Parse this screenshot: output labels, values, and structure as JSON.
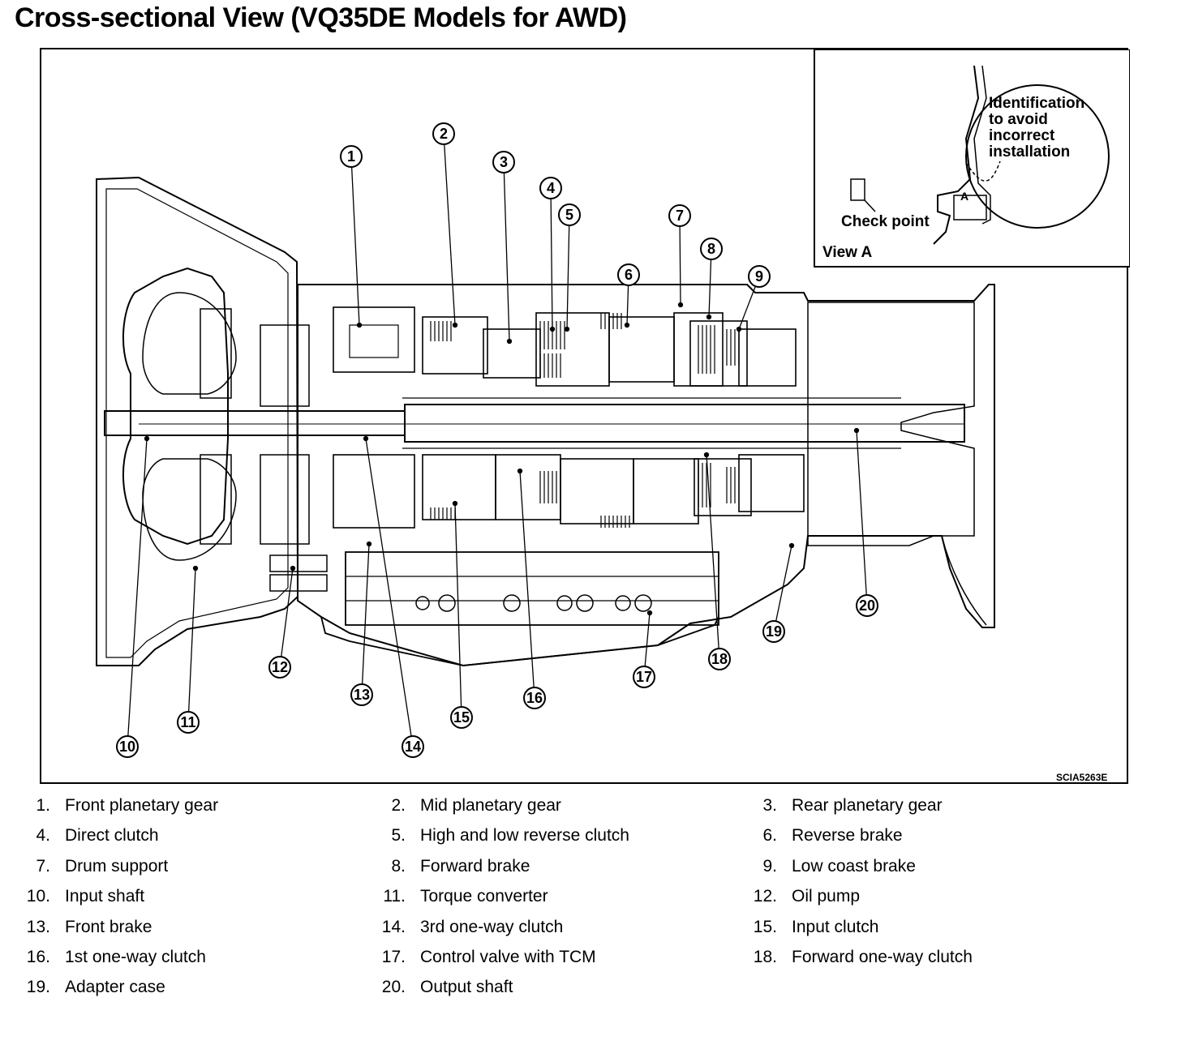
{
  "title": "Cross-sectional View (VQ35DE Models for AWD)",
  "figure_code": "SCIA5263E",
  "view_a": {
    "title": "View A",
    "check_point": "Check point",
    "identification_lines": [
      "Identification",
      "to avoid",
      "incorrect",
      "installation"
    ],
    "marker": "A"
  },
  "callouts": [
    "1",
    "2",
    "3",
    "4",
    "5",
    "6",
    "7",
    "8",
    "9",
    "10",
    "11",
    "12",
    "13",
    "14",
    "15",
    "16",
    "17",
    "18",
    "19",
    "20"
  ],
  "legend": [
    {
      "num": "1.",
      "label": "Front planetary gear"
    },
    {
      "num": "2.",
      "label": "Mid planetary gear"
    },
    {
      "num": "3.",
      "label": "Rear planetary gear"
    },
    {
      "num": "4.",
      "label": "Direct clutch"
    },
    {
      "num": "5.",
      "label": "High and low reverse clutch"
    },
    {
      "num": "6.",
      "label": "Reverse brake"
    },
    {
      "num": "7.",
      "label": "Drum support"
    },
    {
      "num": "8.",
      "label": "Forward brake"
    },
    {
      "num": "9.",
      "label": "Low coast brake"
    },
    {
      "num": "10.",
      "label": "Input shaft"
    },
    {
      "num": "11.",
      "label": "Torque converter"
    },
    {
      "num": "12.",
      "label": "Oil pump"
    },
    {
      "num": "13.",
      "label": "Front brake"
    },
    {
      "num": "14.",
      "label": "3rd one-way clutch"
    },
    {
      "num": "15.",
      "label": "Input clutch"
    },
    {
      "num": "16.",
      "label": "1st one-way clutch"
    },
    {
      "num": "17.",
      "label": "Control valve with TCM"
    },
    {
      "num": "18.",
      "label": "Forward one-way clutch"
    },
    {
      "num": "19.",
      "label": "Adapter case"
    },
    {
      "num": "20.",
      "label": "Output shaft"
    }
  ]
}
